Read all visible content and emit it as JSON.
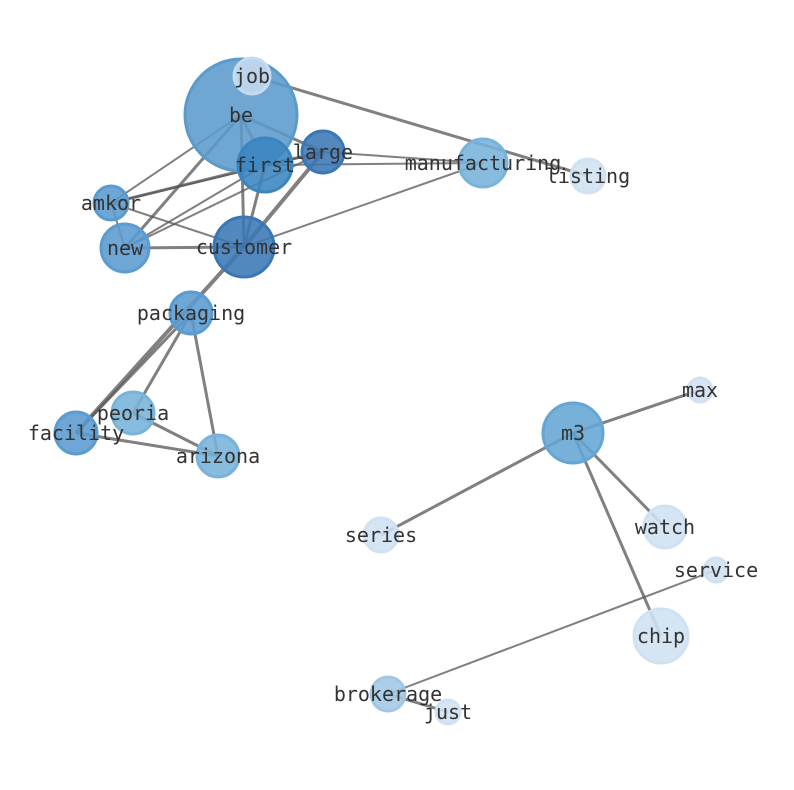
{
  "graph": {
    "nodes": [
      {
        "id": "be",
        "label": "be",
        "color": "#5b9bcc",
        "size": 56
      },
      {
        "id": "job",
        "label": "job",
        "color": "#c6dbef",
        "size": 18
      },
      {
        "id": "first",
        "label": "first",
        "color": "#3a85c0",
        "size": 27
      },
      {
        "id": "large",
        "label": "large",
        "color": "#3a78b5",
        "size": 21
      },
      {
        "id": "manufacturing",
        "label": "manufacturing",
        "color": "#78b3da",
        "size": 24
      },
      {
        "id": "listing",
        "label": "listing",
        "color": "#d0e1f2",
        "size": 17
      },
      {
        "id": "amkor",
        "label": "amkor",
        "color": "#5a9bd0",
        "size": 17
      },
      {
        "id": "new",
        "label": "new",
        "color": "#5a9bd0",
        "size": 24
      },
      {
        "id": "customer",
        "label": "customer",
        "color": "#3a78b5",
        "size": 30
      },
      {
        "id": "packaging",
        "label": "packaging",
        "color": "#5a9bd0",
        "size": 21
      },
      {
        "id": "peoria",
        "label": "peoria",
        "color": "#78b3da",
        "size": 21
      },
      {
        "id": "facility",
        "label": "facility",
        "color": "#5a9bd0",
        "size": 21
      },
      {
        "id": "arizona",
        "label": "arizona",
        "color": "#78b3da",
        "size": 21
      },
      {
        "id": "m3",
        "label": "m3",
        "color": "#64a5d3",
        "size": 30
      },
      {
        "id": "max",
        "label": "max",
        "color": "#d0e1f2",
        "size": 12
      },
      {
        "id": "watch",
        "label": "watch",
        "color": "#d0e1f2",
        "size": 21
      },
      {
        "id": "series",
        "label": "series",
        "color": "#d0e1f2",
        "size": 17
      },
      {
        "id": "service",
        "label": "service",
        "color": "#d0e1f2",
        "size": 12
      },
      {
        "id": "chip",
        "label": "chip",
        "color": "#d0e1f2",
        "size": 27
      },
      {
        "id": "brokerage",
        "label": "brokerage",
        "color": "#a0c8e4",
        "size": 17
      },
      {
        "id": "just",
        "label": "just",
        "color": "#d0e1f2",
        "size": 12
      }
    ],
    "edges": [
      [
        "job",
        "listing",
        3
      ],
      [
        "be",
        "first",
        3
      ],
      [
        "be",
        "large",
        3
      ],
      [
        "be",
        "customer",
        3
      ],
      [
        "be",
        "amkor",
        2
      ],
      [
        "be",
        "new",
        3
      ],
      [
        "first",
        "customer",
        3
      ],
      [
        "first",
        "amkor",
        3
      ],
      [
        "first",
        "new",
        2
      ],
      [
        "first",
        "large",
        3
      ],
      [
        "first",
        "manufacturing",
        2
      ],
      [
        "large",
        "manufacturing",
        2
      ],
      [
        "large",
        "amkor",
        2
      ],
      [
        "large",
        "customer",
        4
      ],
      [
        "large",
        "new",
        2
      ],
      [
        "amkor",
        "new",
        2
      ],
      [
        "amkor",
        "customer",
        2
      ],
      [
        "new",
        "customer",
        3
      ],
      [
        "customer",
        "manufacturing",
        2
      ],
      [
        "customer",
        "facility",
        4
      ],
      [
        "packaging",
        "facility",
        3
      ],
      [
        "packaging",
        "peoria",
        3
      ],
      [
        "packaging",
        "arizona",
        3
      ],
      [
        "peoria",
        "arizona",
        3
      ],
      [
        "facility",
        "arizona",
        3
      ],
      [
        "m3",
        "max",
        3
      ],
      [
        "m3",
        "series",
        3
      ],
      [
        "m3",
        "watch",
        3
      ],
      [
        "m3",
        "chip",
        3
      ],
      [
        "service",
        "brokerage",
        2
      ],
      [
        "brokerage",
        "just",
        3
      ]
    ]
  }
}
